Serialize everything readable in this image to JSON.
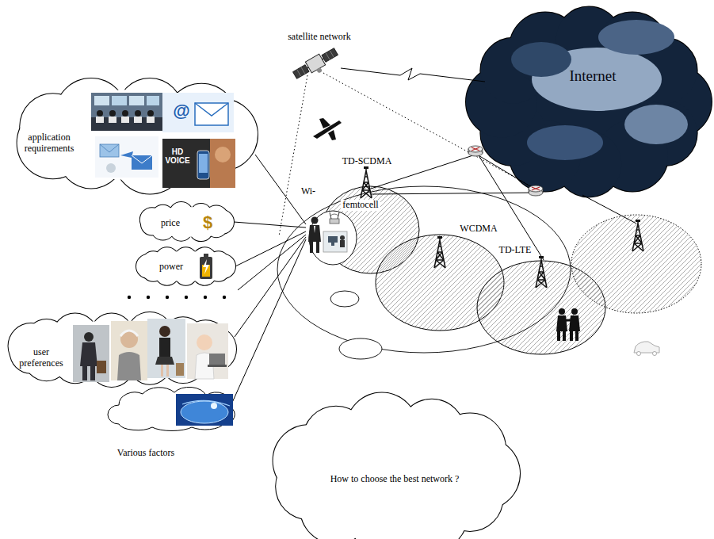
{
  "diagram": {
    "nodes": [
      {
        "text": [
          "application requirements"
        ]
      },
      {
        "text": [
          "Internet"
        ]
      },
      {
        "text": [
          "TD-SCDMA"
        ]
      },
      {
        "text": [
          "price"
        ]
      },
      {
        "text": [
          "power"
        ]
      },
      {
        "text": [
          "WCDMA"
        ]
      },
      {
        "text": [
          "TD-LTE"
        ]
      },
      {
        "text": [
          "user preferences"
        ]
      },
      {
        "text": [
          "How to choose the best network ?"
        ]
      }
    ],
    "labels": [
      "satellite network",
      "@",
      "HD VOICE",
      "$",
      "Wi-",
      "femtocell",
      "Various factors"
    ]
  }
}
